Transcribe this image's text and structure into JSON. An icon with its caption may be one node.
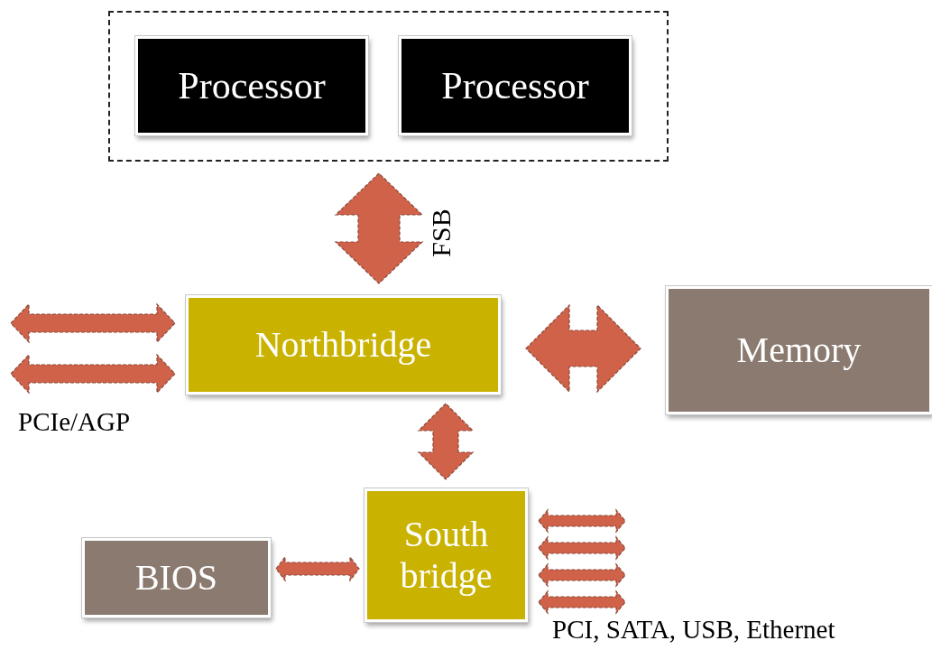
{
  "diagram": {
    "nodes": [
      {
        "text": [],
        "shape": "box"
      },
      {
        "text": [
          "Processor"
        ],
        "in": 0
      },
      {
        "text": [
          "Processor"
        ],
        "in": 0
      },
      {
        "text": [
          "Northbridge"
        ]
      },
      {
        "text": [
          "Memory"
        ]
      },
      {
        "text": [
          "BIOS"
        ]
      },
      {
        "text": [
          "South bridge"
        ]
      }
    ],
    "edges": [
      {
        "from": 0,
        "to": 3,
        "arrow": "both",
        "label": "FSB"
      },
      {
        "from": null,
        "to": 3,
        "arrow": "both"
      },
      {
        "from": null,
        "to": 3,
        "arrow": "both"
      },
      {
        "from": 3,
        "to": 4,
        "arrow": "both"
      },
      {
        "from": 3,
        "to": 6,
        "arrow": "both"
      },
      {
        "from": 5,
        "to": 6,
        "arrow": "both"
      },
      {
        "from": 6,
        "to": null,
        "arrow": "both"
      },
      {
        "from": 6,
        "to": null,
        "arrow": "both"
      },
      {
        "from": 6,
        "to": null,
        "arrow": "both"
      },
      {
        "from": 6,
        "to": null,
        "arrow": "both"
      }
    ],
    "labels": [
      "PCIe/AGP",
      "PCI, SATA, USB, Ethernet"
    ]
  }
}
